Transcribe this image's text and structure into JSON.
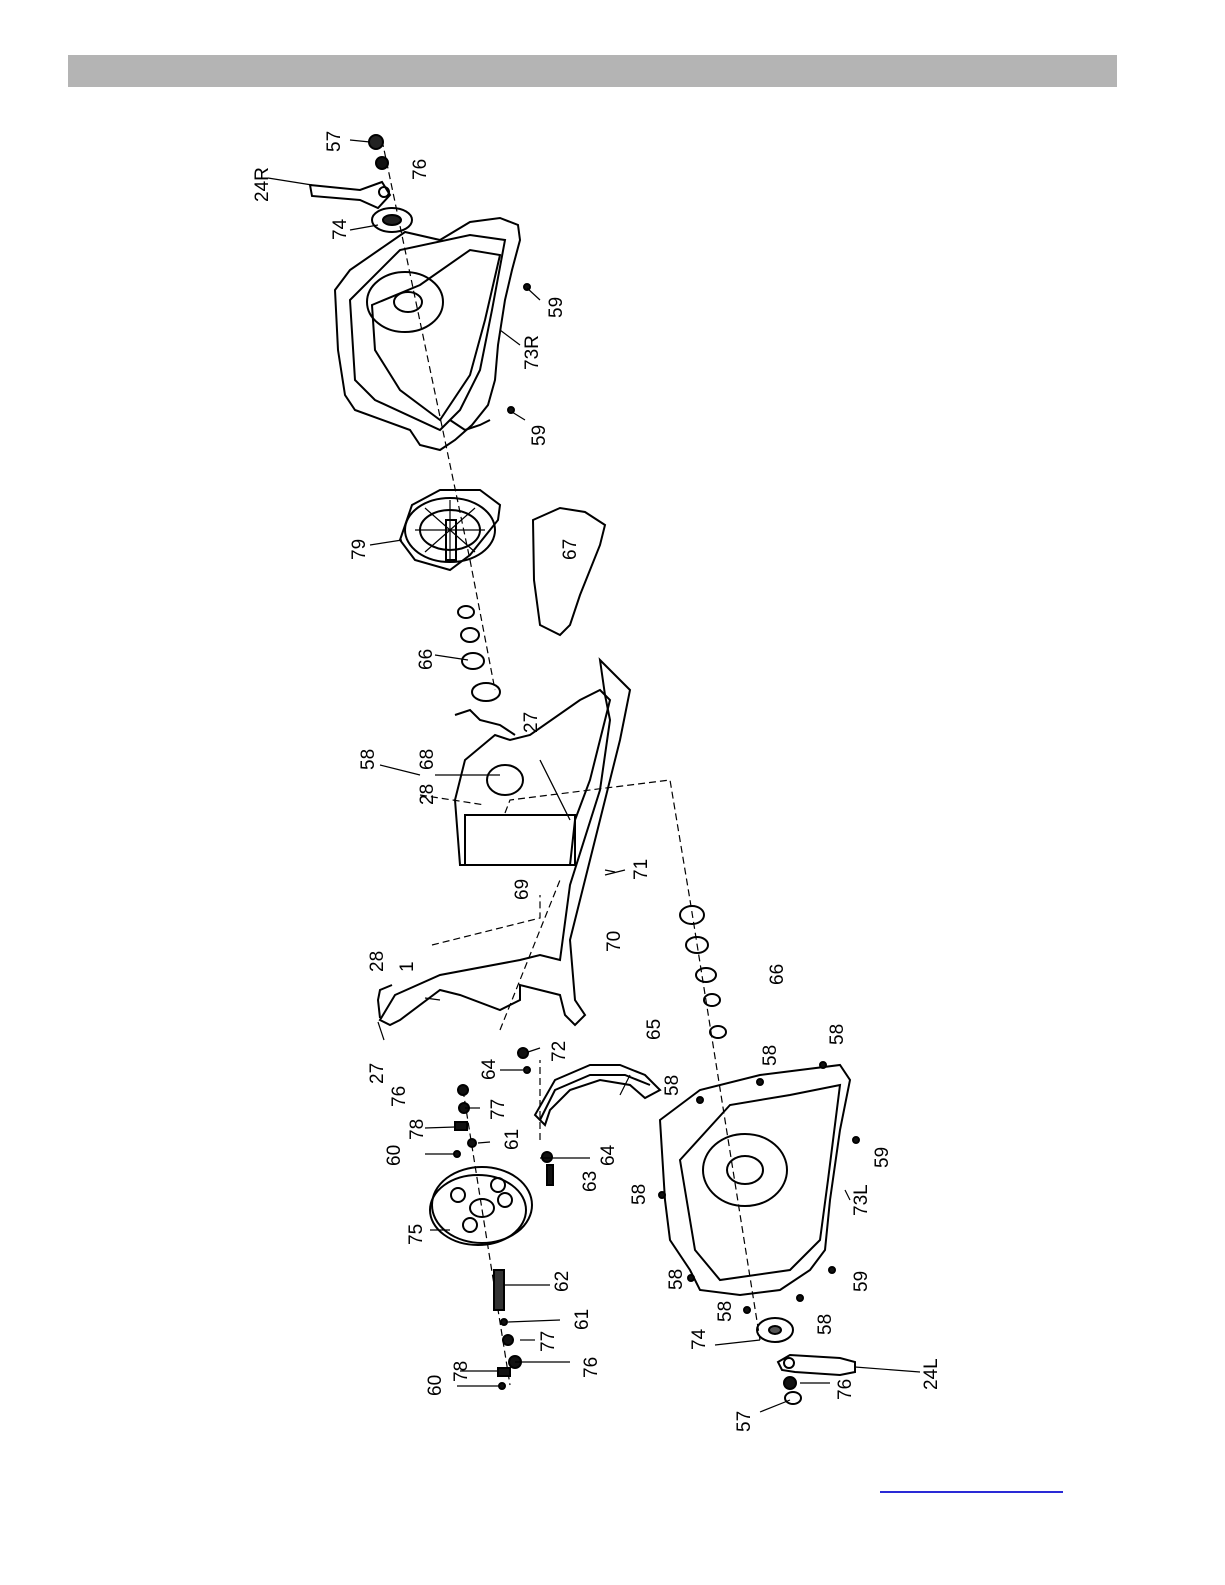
{
  "header": {
    "color": "#b4b4b4"
  },
  "footer": {
    "link_color": "#2a2ad6"
  },
  "labels": {
    "l57a": "57",
    "l76a": "76",
    "l24R": "24R",
    "l74a": "74",
    "l59a": "59",
    "l73R": "73R",
    "l59b": "59",
    "l79": "79",
    "l67": "67",
    "l66a": "66",
    "l58a": "58",
    "l68": "68",
    "l28a": "28",
    "l27a": "27",
    "l69": "69",
    "l71": "71",
    "l70": "70",
    "l28b": "28",
    "l1": "1",
    "l27b": "27",
    "l66b": "66",
    "l72": "72",
    "l65": "65",
    "l64a": "64",
    "l76b": "76",
    "l77a": "77",
    "l78a": "78",
    "l61a": "61",
    "l60a": "60",
    "l64b": "64",
    "l63": "63",
    "l75": "75",
    "l58b": "58",
    "l58c": "58",
    "l58d": "58",
    "l58e": "58",
    "l58f": "58",
    "l58g": "58",
    "l58h": "58",
    "l59c": "59",
    "l73L": "73L",
    "l59d": "59",
    "l62": "62",
    "l61b": "61",
    "l77b": "77",
    "l76c": "76",
    "l78b": "78",
    "l60b": "60",
    "l74b": "74",
    "l24L": "24L",
    "l76d": "76",
    "l57b": "57"
  }
}
